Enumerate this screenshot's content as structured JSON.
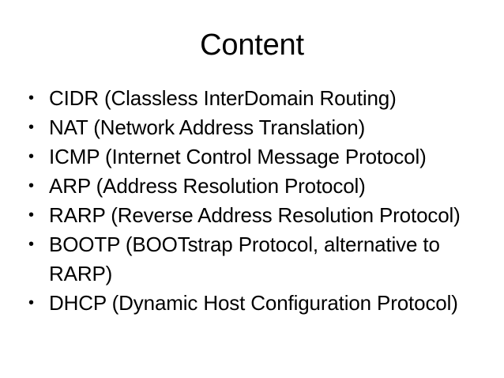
{
  "slide": {
    "title": "Content",
    "background_color": "#ffffff",
    "text_color": "#000000",
    "bullet_glyph": "•",
    "items": [
      {
        "text": "CIDR (Classless InterDomain Routing)"
      },
      {
        "text": "NAT (Network Address Translation)"
      },
      {
        "text": "ICMP (Internet Control Message Protocol)"
      },
      {
        "text": "ARP (Address Resolution Protocol)"
      },
      {
        "text": "RARP (Reverse Address Resolution Protocol)"
      },
      {
        "text": "BOOTP (BOOTstrap Protocol, alternative to RARP)"
      },
      {
        "text": "DHCP (Dynamic Host Configuration Protocol)"
      }
    ]
  }
}
